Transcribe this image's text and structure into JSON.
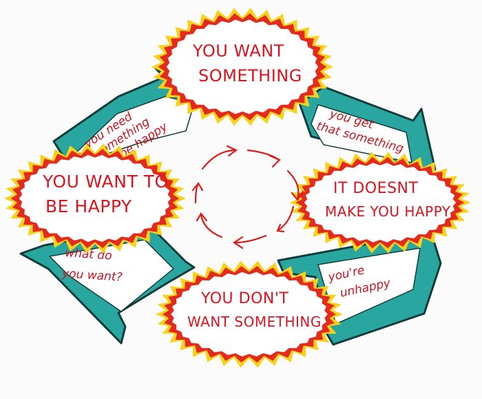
{
  "nodes": [
    {
      "id": "want-something",
      "lines": [
        "YOU WANT",
        "SOMETHING"
      ]
    },
    {
      "id": "doesnt-make-happy",
      "lines": [
        "IT DOESNT",
        "MAKE YOU HAPPY"
      ]
    },
    {
      "id": "dont-want",
      "lines": [
        "YOU DON'T",
        "WANT SOMETHING"
      ]
    },
    {
      "id": "want-happy",
      "lines": [
        "YOU WANT TO",
        "BE HAPPY"
      ]
    }
  ],
  "edges": [
    {
      "id": "get-that",
      "lines": [
        "you get",
        "that something"
      ]
    },
    {
      "id": "unhappy",
      "lines": [
        "you're",
        "unhappy"
      ]
    },
    {
      "id": "what-want",
      "lines": [
        "what do",
        "you want?"
      ]
    },
    {
      "id": "need-something",
      "lines": [
        "you need",
        "something",
        "to be happy"
      ]
    }
  ],
  "colors": {
    "ink": "#d8141e",
    "burst_outer": "#f6d21a",
    "burst_mid": "#e32a1c",
    "arrow_fill": "#2aa6a0",
    "arrow_stroke": "#0f3c3a"
  }
}
